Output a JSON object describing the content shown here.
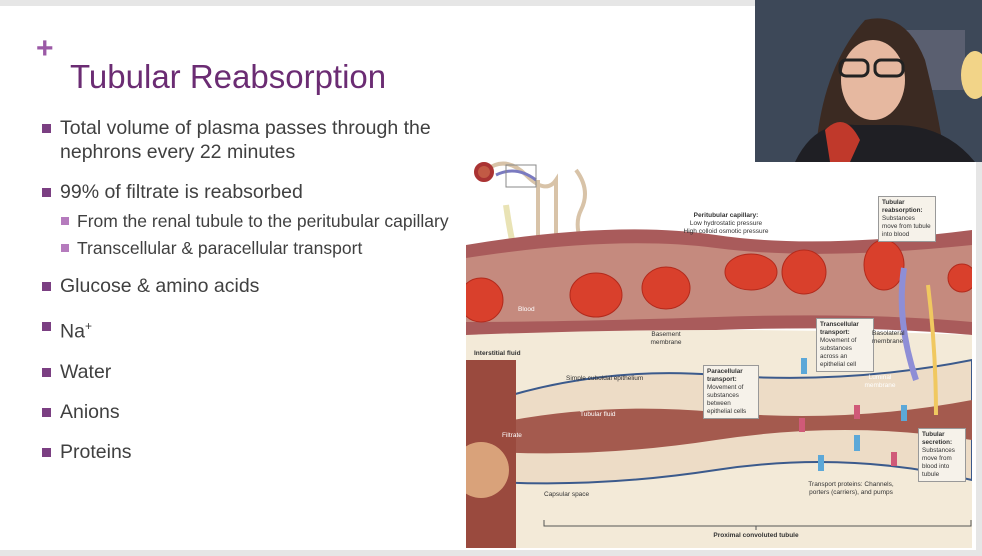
{
  "slide": {
    "title": "Tubular Reabsorption",
    "bullets": [
      {
        "text": "Total volume of plasma passes through the nephrons every 22 minutes"
      },
      {
        "text": "99% of filtrate is reabsorbed",
        "sub": [
          "From the renal tubule to the peritubular capillary",
          "Transcellular & paracellular transport"
        ]
      },
      {
        "text": "Glucose & amino acids"
      },
      {
        "text": "Na",
        "sup": "+"
      },
      {
        "text": "Water"
      },
      {
        "text": "Anions"
      },
      {
        "text": "Proteins"
      }
    ]
  },
  "diagram": {
    "peritubular_title": "Peritubular capillary:",
    "peritubular_l1": "Low hydrostatic pressure",
    "peritubular_l2": "High colloid osmotic pressure",
    "reabs_title": "Tubular reabsorption:",
    "reabs_text": "Substances move from tubule into blood",
    "blood": "Blood",
    "basement": "Basement membrane",
    "interstitial": "Interstitial fluid",
    "trans_title": "Transcellular transport:",
    "trans_text": "Movement of substances across an epithelial cell",
    "basolateral": "Basolateral membrane",
    "para_title": "Paracellular transport:",
    "para_text": "Movement of substances between epithelial cells",
    "cuboidal": "Simple cuboidal epithelium",
    "luminal": "Luminal membrane",
    "tubular_fluid": "Tubular fluid",
    "filtrate": "Filtrate",
    "secr_title": "Tubular secretion:",
    "secr_text": "Substances move from blood into tubule",
    "capsular": "Capsular space",
    "proteins": "Transport proteins: Channels, porters (carriers), and pumps",
    "pct": "Proximal convoluted tubule"
  },
  "colors": {
    "title": "#6b2c73",
    "bullet": "#7b3f82",
    "sub_bullet": "#b57bbd",
    "accent_plus": "#9b59a6"
  }
}
